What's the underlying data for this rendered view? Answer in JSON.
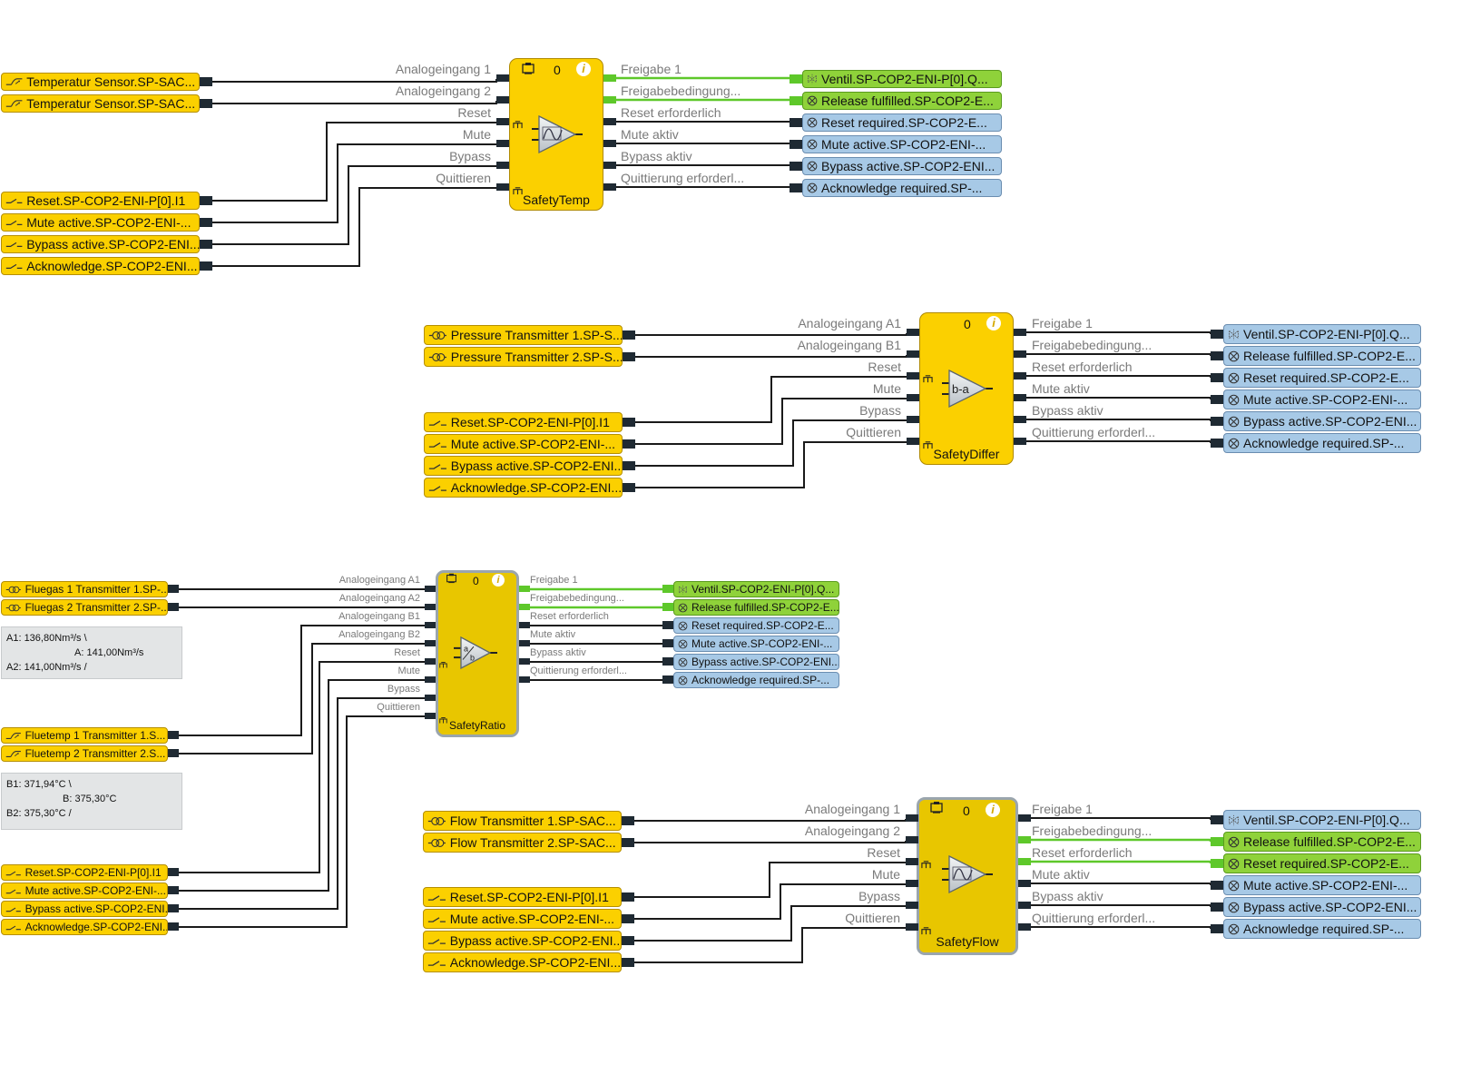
{
  "blocks": {
    "temp": {
      "title": "SafetyTemp",
      "count": "0",
      "info": "i",
      "inputs": [
        "Analogeingang 1",
        "Analogeingang 2",
        "Reset",
        "Mute",
        "Bypass",
        "Quittieren"
      ],
      "outputs": [
        "Freigabe 1",
        "Freigabebedingung...",
        "Reset erforderlich",
        "Mute aktiv",
        "Bypass aktiv",
        "Quittierung erforderl..."
      ],
      "in_tags": [
        "Temperatur Sensor.SP-SAC...",
        "Temperatur Sensor.SP-SAC...",
        "Reset.SP-COP2-ENI-P[0].I1",
        "Mute active.SP-COP2-ENI-...",
        "Bypass active.SP-COP2-ENI...",
        "Acknowledge.SP-COP2-ENI..."
      ],
      "out_tags": [
        "Ventil.SP-COP2-ENI-P[0].Q...",
        "Release fulfilled.SP-COP2-E...",
        "Reset required.SP-COP2-E...",
        "Mute active.SP-COP2-ENI-...",
        "Bypass active.SP-COP2-ENI...",
        "Acknowledge required.SP-..."
      ]
    },
    "differ": {
      "title": "SafetyDiffer",
      "count": "0",
      "info": "i",
      "symbol": "b-a",
      "inputs": [
        "Analogeingang A1",
        "Analogeingang B1",
        "Reset",
        "Mute",
        "Bypass",
        "Quittieren"
      ],
      "outputs": [
        "Freigabe 1",
        "Freigabebedingung...",
        "Reset erforderlich",
        "Mute aktiv",
        "Bypass aktiv",
        "Quittierung erforderl..."
      ],
      "in_tags": [
        "Pressure Transmitter 1.SP-S...",
        "Pressure Transmitter 2.SP-S...",
        "Reset.SP-COP2-ENI-P[0].I1",
        "Mute active.SP-COP2-ENI-...",
        "Bypass active.SP-COP2-ENI...",
        "Acknowledge.SP-COP2-ENI..."
      ],
      "out_tags": [
        "Ventil.SP-COP2-ENI-P[0].Q...",
        "Release fulfilled.SP-COP2-E...",
        "Reset required.SP-COP2-E...",
        "Mute active.SP-COP2-ENI-...",
        "Bypass active.SP-COP2-ENI...",
        "Acknowledge required.SP-..."
      ]
    },
    "ratio": {
      "title": "SafetyRatio",
      "count": "0",
      "info": "i",
      "symbol_a": "a",
      "symbol_b": "b",
      "inputs": [
        "Analogeingang A1",
        "Analogeingang A2",
        "Analogeingang B1",
        "Analogeingang B2",
        "Reset",
        "Mute",
        "Bypass",
        "Quittieren"
      ],
      "outputs": [
        "Freigabe 1",
        "Freigabebedingung...",
        "Reset erforderlich",
        "Mute aktiv",
        "Bypass aktiv",
        "Quittierung erforderl..."
      ],
      "in_tags": [
        "Fluegas 1 Transmitter 1.SP-...",
        "Fluegas 2 Transmitter 2.SP-...",
        "Fluetemp 1 Transmitter 1.S...",
        "Fluetemp 2 Transmitter 2.S...",
        "Reset.SP-COP2-ENI-P[0].I1",
        "Mute active.SP-COP2-ENI-...",
        "Bypass active.SP-COP2-ENI...",
        "Acknowledge.SP-COP2-ENI..."
      ],
      "out_tags": [
        "Ventil.SP-COP2-ENI-P[0].Q...",
        "Release fulfilled.SP-COP2-E...",
        "Reset required.SP-COP2-E...",
        "Mute active.SP-COP2-ENI-...",
        "Bypass active.SP-COP2-ENI...",
        "Acknowledge required.SP-..."
      ],
      "note_a": [
        "A1: 136,80Nm³/s \\",
        "A: 141,00Nm³/s",
        "A2: 141,00Nm³/s /"
      ],
      "note_b": [
        "B1: 371,94°C \\",
        "B: 375,30°C",
        "B2: 375,30°C /"
      ]
    },
    "flow": {
      "title": "SafetyFlow",
      "count": "0",
      "info": "i",
      "inputs": [
        "Analogeingang 1",
        "Analogeingang 2",
        "Reset",
        "Mute",
        "Bypass",
        "Quittieren"
      ],
      "outputs": [
        "Freigabe 1",
        "Freigabebedingung...",
        "Reset erforderlich",
        "Mute aktiv",
        "Bypass aktiv",
        "Quittierung erforderl..."
      ],
      "in_tags": [
        "Flow Transmitter 1.SP-SAC...",
        "Flow Transmitter 2.SP-SAC...",
        "Reset.SP-COP2-ENI-P[0].I1",
        "Mute active.SP-COP2-ENI-...",
        "Bypass active.SP-COP2-ENI...",
        "Acknowledge.SP-COP2-ENI..."
      ],
      "out_tags": [
        "Ventil.SP-COP2-ENI-P[0].Q...",
        "Release fulfilled.SP-COP2-E...",
        "Reset required.SP-COP2-E...",
        "Mute active.SP-COP2-ENI-...",
        "Bypass active.SP-COP2-ENI...",
        "Acknowledge required.SP-..."
      ]
    }
  },
  "colors": {
    "input_tag": "#fbd000",
    "output_tag_inactive": "#a7c9e6",
    "output_tag_active": "#8fd23a",
    "active_wire": "#5ec82a"
  },
  "icons": {
    "sensor": "temperature-sensor-icon",
    "transmitter": "transmitter-icon",
    "switch": "switch-icon",
    "valve": "valve-icon",
    "lamp": "lamp-icon"
  }
}
